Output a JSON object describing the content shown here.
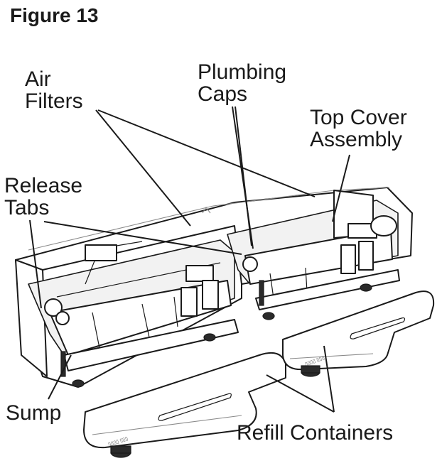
{
  "figure": {
    "title": "Figure 13"
  },
  "labels": {
    "air_filters": [
      "Air",
      "Filters"
    ],
    "plumbing_caps": [
      "Plumbing",
      "Caps"
    ],
    "top_cover_assembly": [
      "Top Cover",
      "Assembly"
    ],
    "release_tabs": [
      "Release",
      "Tabs"
    ],
    "sump": "Sump",
    "refill_containers": "Refill Containers"
  }
}
